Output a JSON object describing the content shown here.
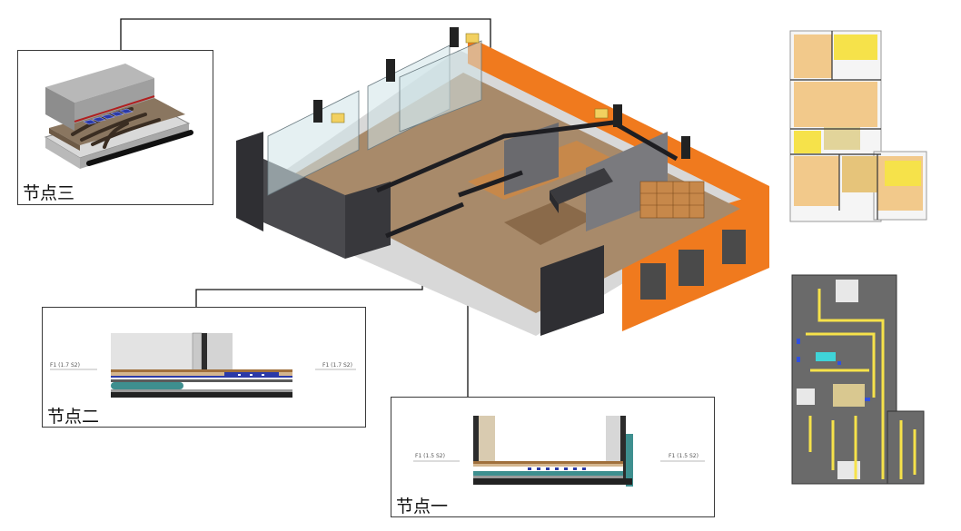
{
  "nodes": [
    {
      "id": "node-3",
      "label": "节点三"
    },
    {
      "id": "node-2",
      "label": "节点二",
      "left_tag": "F1 (1.7 S2)",
      "right_tag": "F1 (1.7 S2)"
    },
    {
      "id": "node-1",
      "label": "节点一",
      "left_tag": "F1 (1.5 S2)",
      "right_tag": "F1 (1.5 S2)"
    }
  ],
  "colors": {
    "wall_orange": "#f07a1e",
    "wall_dark": "#2f2f33",
    "floor_wood": "#c7884a",
    "pipe_dark": "#1e1e22",
    "heating_blue": "#2b3aa8",
    "plan_yellow": "#f6e24a",
    "plan_floor": "#f2c98b",
    "mep_gray": "#6a6a6a"
  },
  "icons": [
    "building-model",
    "floor-plan",
    "mep-plan"
  ]
}
